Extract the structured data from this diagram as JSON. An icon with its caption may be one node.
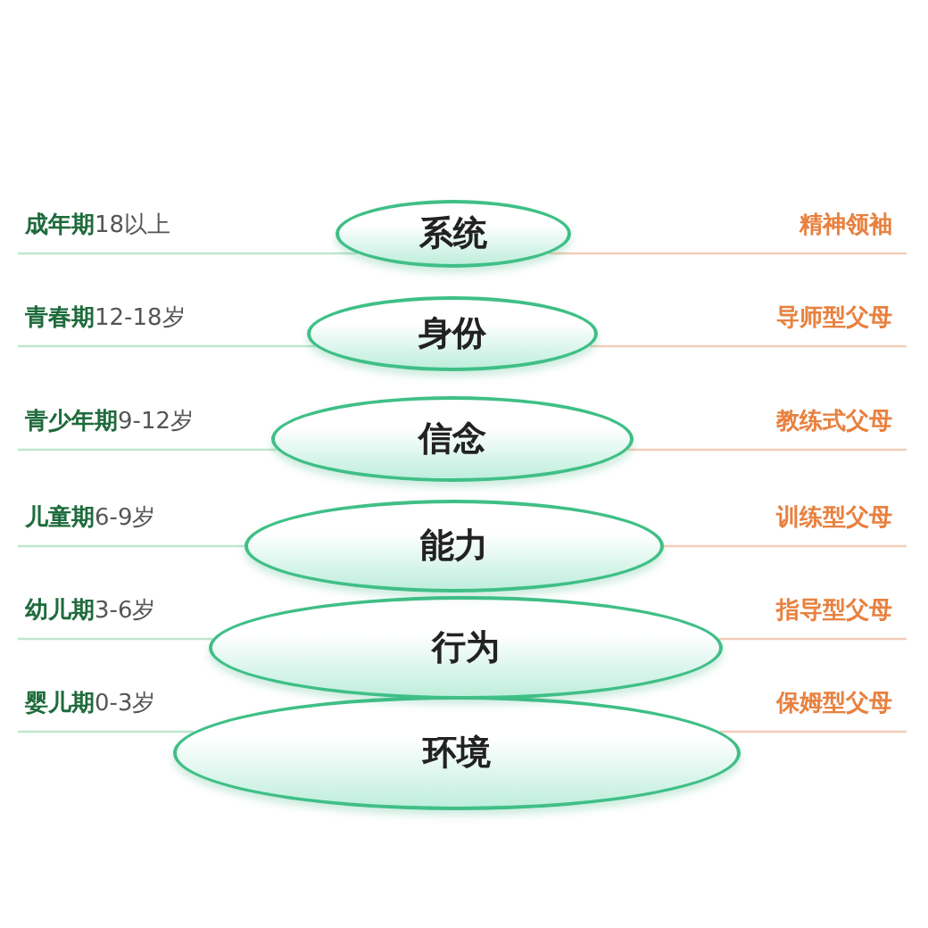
{
  "diagram": {
    "nodes": [
      {
        "text": [
          "**成年期**18以上"
        ]
      },
      {
        "text": [
          "系统"
        ]
      },
      {
        "text": [
          "精神领袖"
        ]
      },
      {
        "text": [
          "**青春期**12-18岁"
        ]
      },
      {
        "text": [
          "身份"
        ]
      },
      {
        "text": [
          "导师型父母"
        ]
      },
      {
        "text": [
          "**青少年期**9-12岁"
        ]
      },
      {
        "text": [
          "信念"
        ]
      },
      {
        "text": [
          "教练式父母"
        ]
      },
      {
        "text": [
          "**儿童期**6-9岁"
        ]
      },
      {
        "text": [
          "能力"
        ]
      },
      {
        "text": [
          "训练型父母"
        ]
      },
      {
        "text": [
          "**幼儿期**3-6岁"
        ]
      },
      {
        "text": [
          "行为"
        ]
      },
      {
        "text": [
          "指导型父母"
        ]
      },
      {
        "text": [
          "**婴儿期**0-3岁"
        ]
      },
      {
        "text": [
          "环境"
        ]
      },
      {
        "text": [
          "保姆型父母"
        ]
      }
    ],
    "edges": [
      {
        "from": 0,
        "to": 1,
        "arrow": "none"
      },
      {
        "from": 2,
        "to": 1,
        "arrow": "none"
      },
      {
        "from": 3,
        "to": 4,
        "arrow": "none"
      },
      {
        "from": 5,
        "to": 4,
        "arrow": "none"
      },
      {
        "from": 6,
        "to": 7,
        "arrow": "none"
      },
      {
        "from": 8,
        "to": 7,
        "arrow": "none"
      },
      {
        "from": 9,
        "to": 10,
        "arrow": "none"
      },
      {
        "from": 11,
        "to": 10,
        "arrow": "none"
      },
      {
        "from": 12,
        "to": 13,
        "arrow": "none"
      },
      {
        "from": 14,
        "to": 13,
        "arrow": "none"
      },
      {
        "from": 15,
        "to": 16,
        "arrow": "none"
      },
      {
        "from": 17,
        "to": 16,
        "arrow": "none"
      }
    ]
  }
}
